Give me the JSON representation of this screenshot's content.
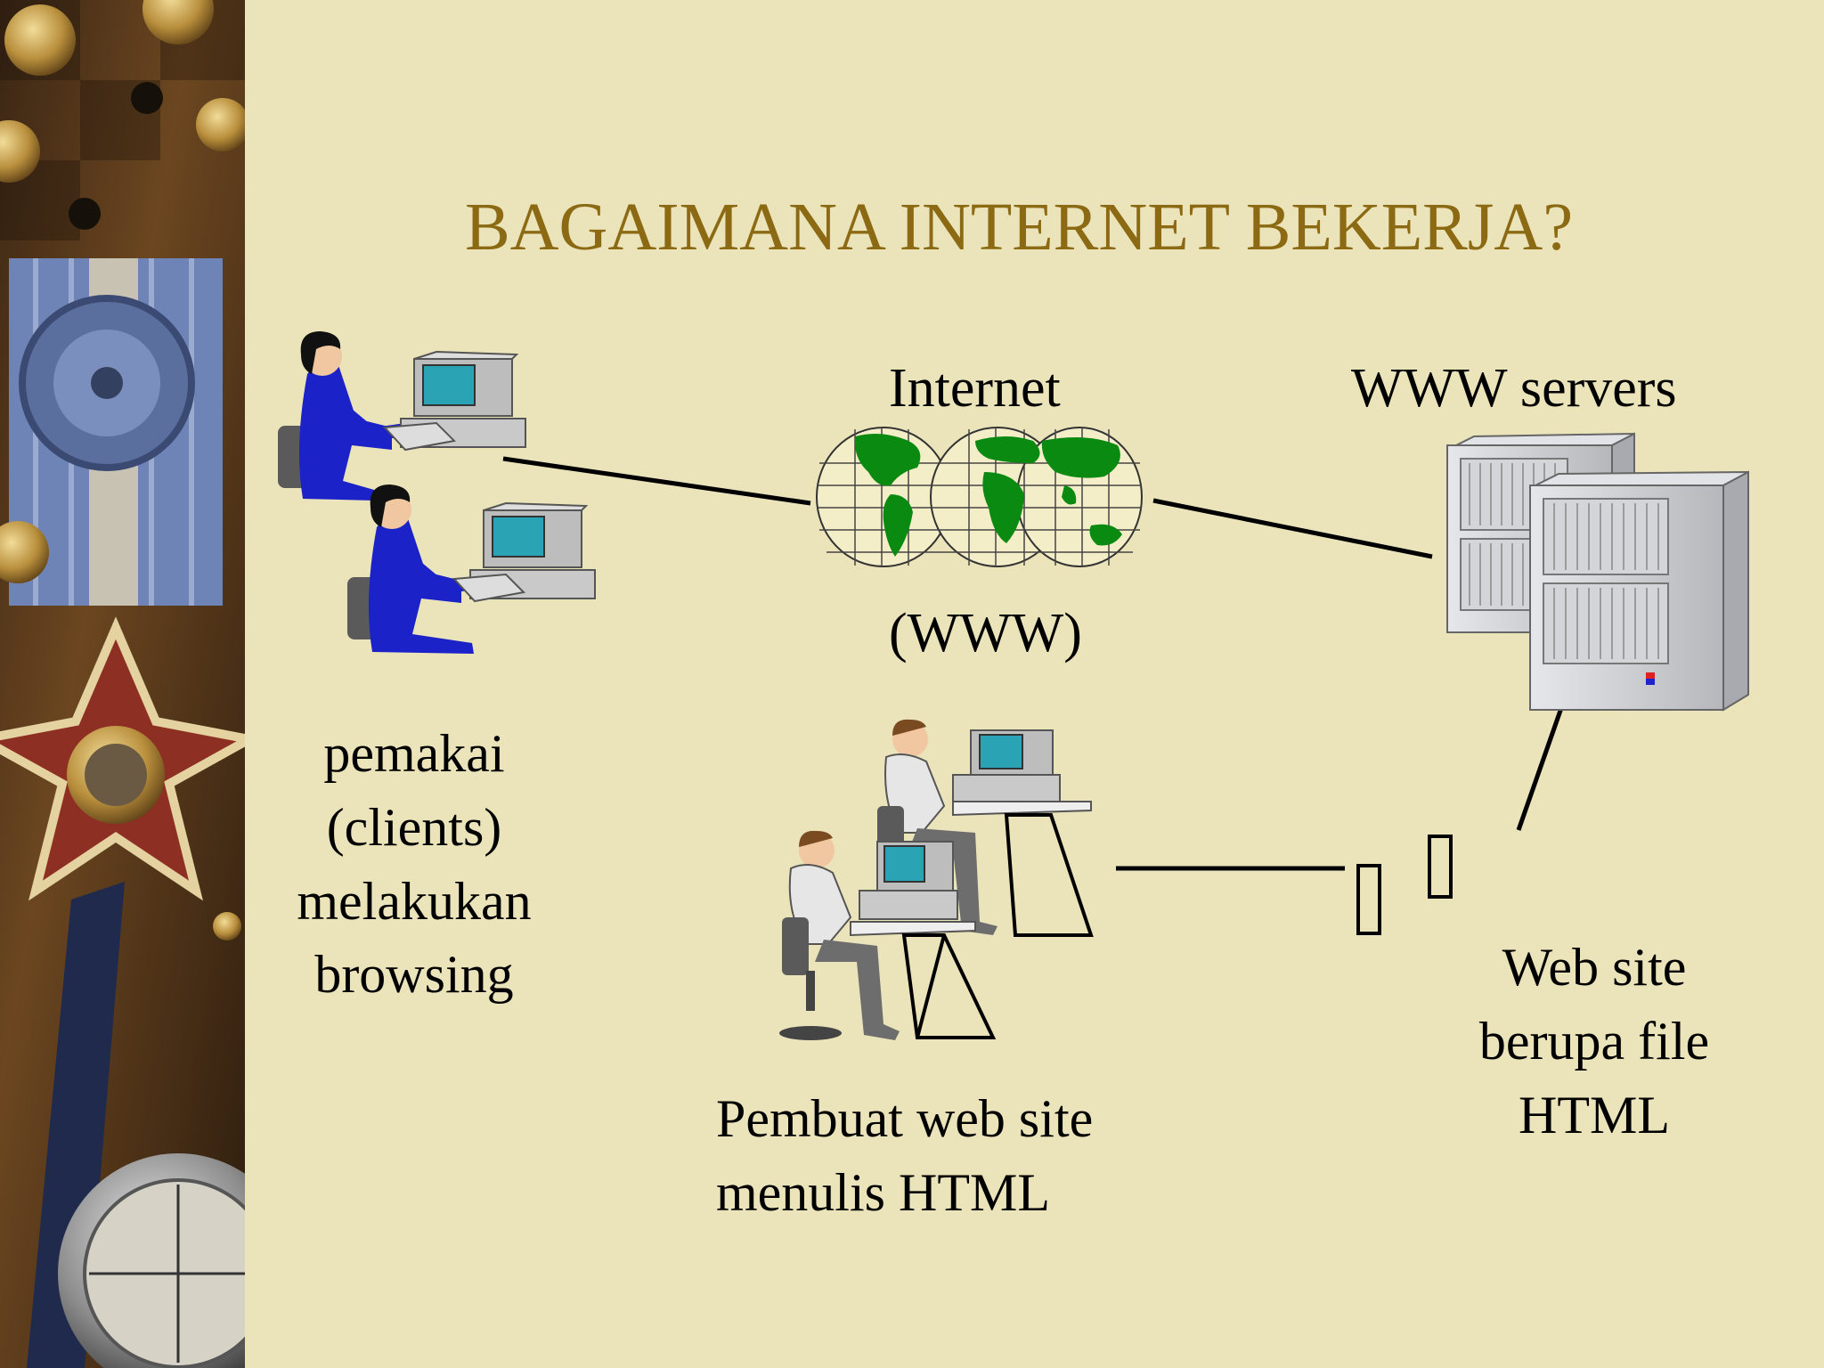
{
  "title": "BAGAIMANA INTERNET BEKERJA?",
  "labels": {
    "internet": "Internet",
    "www": "(WWW)",
    "servers": "WWW servers",
    "clients": [
      "pemakai",
      "(clients)",
      "melakukan",
      "browsing"
    ],
    "creator": [
      "Pembuat web site",
      "menulis HTML"
    ],
    "website": [
      "Web site",
      "berupa file",
      "HTML"
    ]
  },
  "colors": {
    "background": "#ebe3b9",
    "title": "#8c6a14",
    "person_clothing": "#1a22c8",
    "globe_land": "#0a8a10",
    "monitor_screen": "#2aa3b5",
    "server": "#c8c9cd"
  },
  "icons": [
    "client-computer-icon",
    "globe-icon",
    "server-icon",
    "developer-computer-icon"
  ]
}
